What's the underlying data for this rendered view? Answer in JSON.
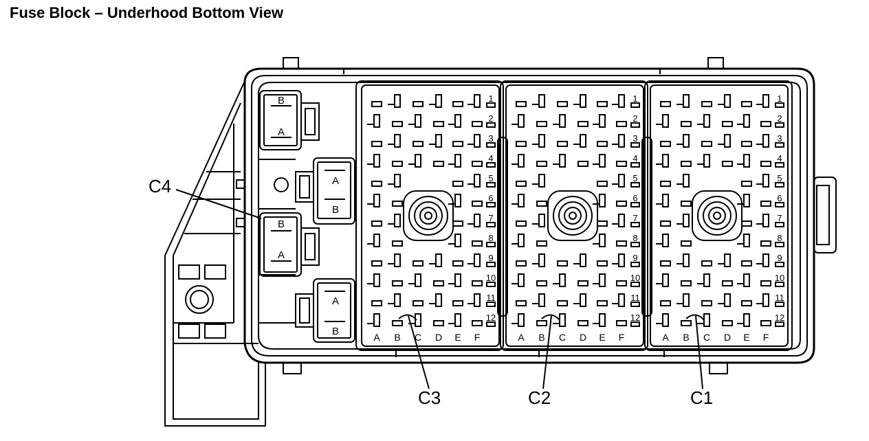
{
  "title": "Fuse Block – Underhood Bottom View",
  "callouts": {
    "c1": "C1",
    "c2": "C2",
    "c3": "C3",
    "c4": "C4"
  },
  "relay_terminal_labels": {
    "a": "A",
    "b": "B"
  },
  "connector_column_labels": [
    "A",
    "B",
    "C",
    "D",
    "E",
    "F"
  ],
  "connector_row_labels": [
    "1",
    "2",
    "3",
    "4",
    "5",
    "6",
    "7",
    "8",
    "9",
    "10",
    "11",
    "12"
  ],
  "colors": {
    "line": "#000000",
    "background": "#ffffff"
  }
}
